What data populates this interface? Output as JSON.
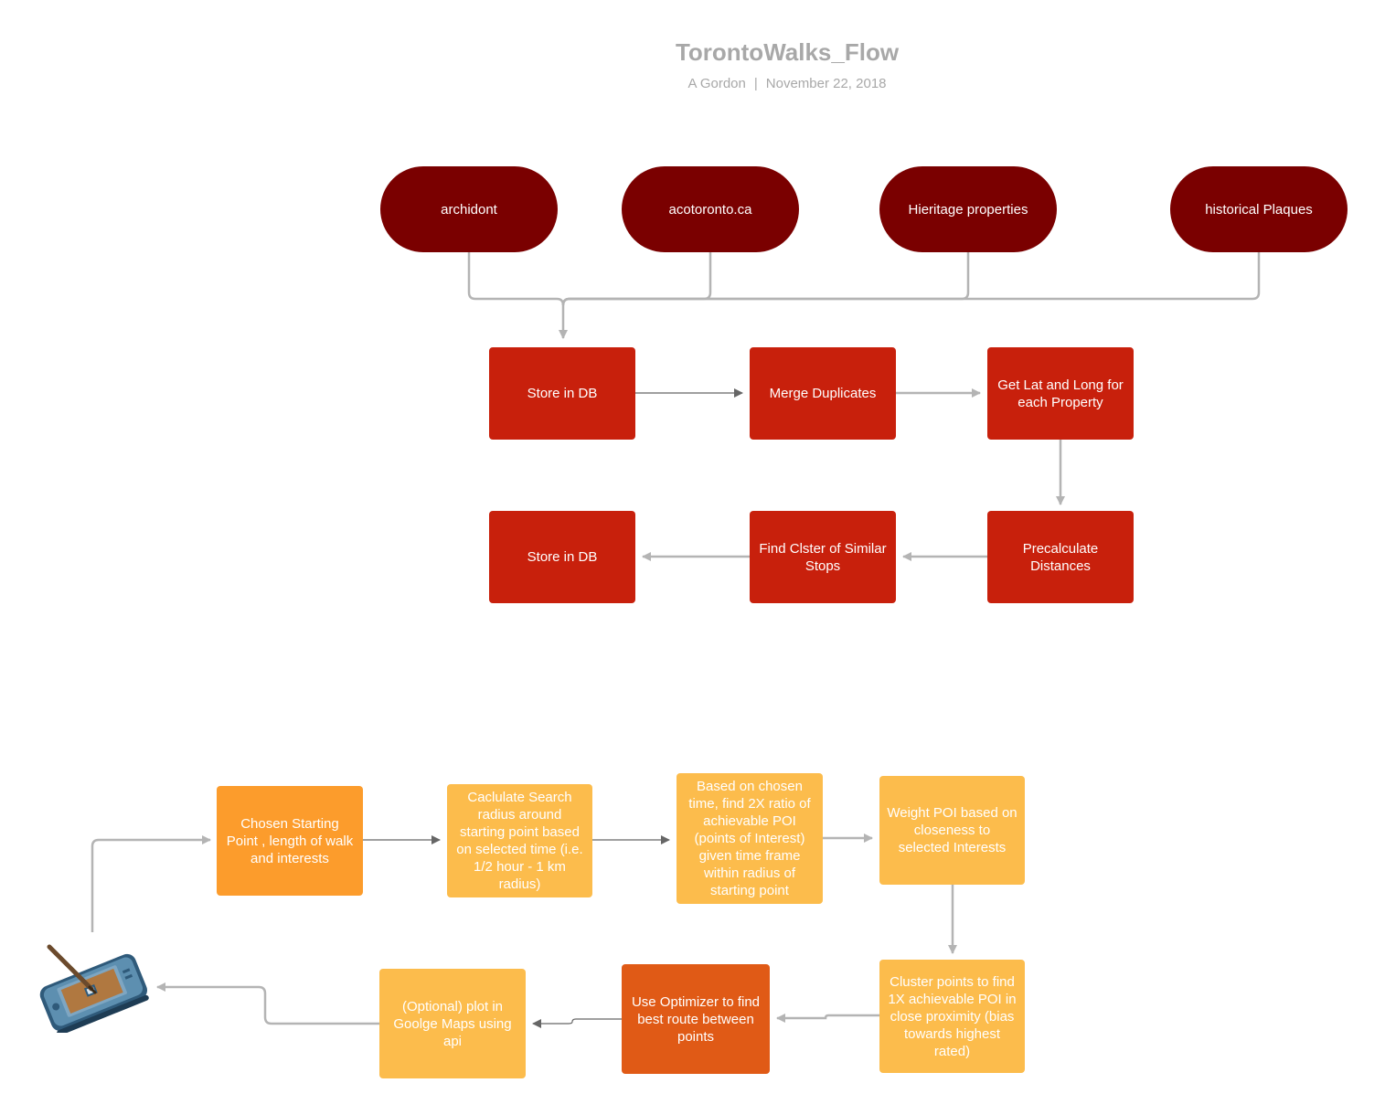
{
  "header": {
    "title": "TorontoWalks_Flow",
    "author": "A Gordon",
    "separator": "|",
    "date": "November 22, 2018"
  },
  "sources": {
    "archidont": "archidont",
    "acotoronto": "acotoronto.ca",
    "heritage": "Hieritage properties",
    "plaques": "historical Plaques"
  },
  "pipeline": {
    "store_db_1": "Store in DB",
    "merge_duplicates": "Merge Duplicates",
    "get_lat_long": "Get Lat and Long for each Property",
    "precalculate": "Precalculate Distances",
    "find_cluster": "Find Clster of Similar Stops",
    "store_db_2": "Store in DB"
  },
  "walk": {
    "chosen_start": "Chosen Starting Point , length of walk and interests",
    "calc_radius": "Caclulate Search radius around starting point based on selected time (i.e. 1/2 hour - 1 km radius)",
    "find_2x": "Based on chosen time, find 2X ratio of achievable POI (points of Interest) given time frame within radius of starting point",
    "weight_poi": "Weight POI based on closeness to selected Interests",
    "cluster_points": "Cluster points to find 1X achievable POI in close proximity (bias towards highest rated)",
    "optimizer": "Use Optimizer to find best route between points",
    "plot_maps": "(Optional) plot in Goolge Maps using api"
  },
  "colors": {
    "source": "#7a0000",
    "pipeline": "#c8200c",
    "start": "#fc9c2c",
    "step": "#fcbc4c",
    "optimizer": "#e05a16",
    "connector": "#b4b4b4"
  },
  "icons": {
    "device": "pda-with-stylus-icon"
  }
}
